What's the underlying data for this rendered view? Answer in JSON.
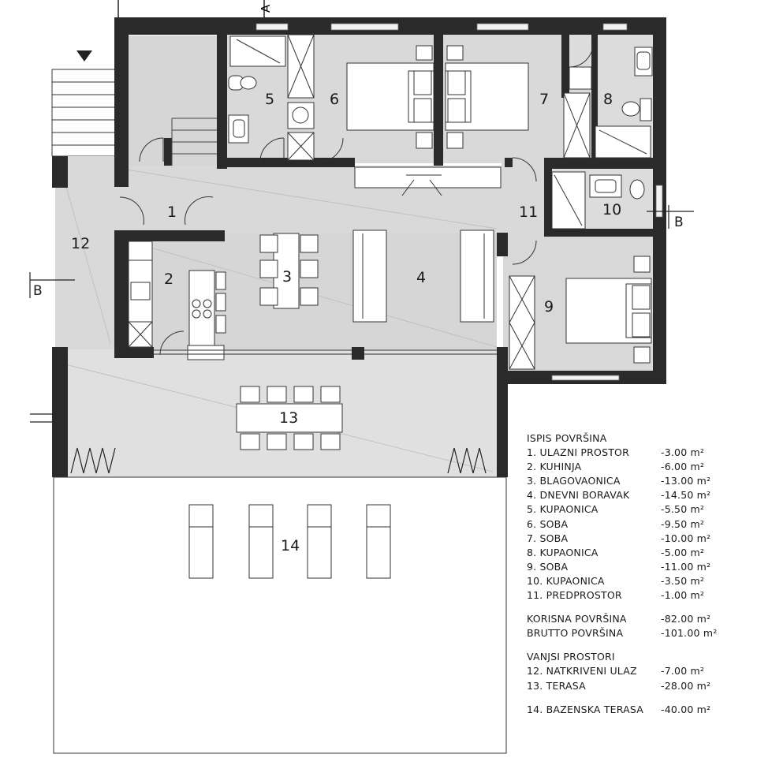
{
  "plan": {
    "room_numbers": [
      "1",
      "2",
      "3",
      "4",
      "5",
      "6",
      "7",
      "8",
      "9",
      "10",
      "11",
      "12",
      "13",
      "14"
    ],
    "section_markers": {
      "a": "A",
      "b_left": "B",
      "b_right": "B"
    }
  },
  "legend": {
    "title": "ISPIS POVRŠINA",
    "rooms": [
      {
        "name": "1. ULAZNI PROSTOR",
        "area": "-3.00 m²"
      },
      {
        "name": "2. KUHINJA",
        "area": "-6.00 m²"
      },
      {
        "name": "3. BLAGOVAONICA",
        "area": "-13.00  m²"
      },
      {
        "name": "4. DNEVNI BORAVAK",
        "area": "-14.50  m²"
      },
      {
        "name": "5. KUPAONICA",
        "area": "-5.50 m²"
      },
      {
        "name": "6. SOBA",
        "area": "-9.50  m²"
      },
      {
        "name": "7. SOBA",
        "area": "-10.00  m²"
      },
      {
        "name": "8. KUPAONICA",
        "area": "-5.00 m²"
      },
      {
        "name": "9. SOBA",
        "area": "-11.00  m²"
      },
      {
        "name": "10. KUPAONICA",
        "area": "-3.50 m²"
      },
      {
        "name": "11. PREDPROSTOR",
        "area": "-1.00  m²"
      }
    ],
    "totals": [
      {
        "name": "KORISNA POVRŠINA",
        "area": "-82.00  m²"
      },
      {
        "name": "BRUTTO POVRŠINA",
        "area": "-101.00  m²"
      }
    ],
    "outdoor_title": "VANJSI PROSTORI",
    "outdoor": [
      {
        "name": "12. NATKRIVENI  ULAZ",
        "area": "-7.00 m²"
      },
      {
        "name": "13. TERASA",
        "area": "-28.00 m²"
      }
    ],
    "pool": [
      {
        "name": "14. BAZENSKA TERASA",
        "area": "-40.00 m²"
      }
    ]
  }
}
